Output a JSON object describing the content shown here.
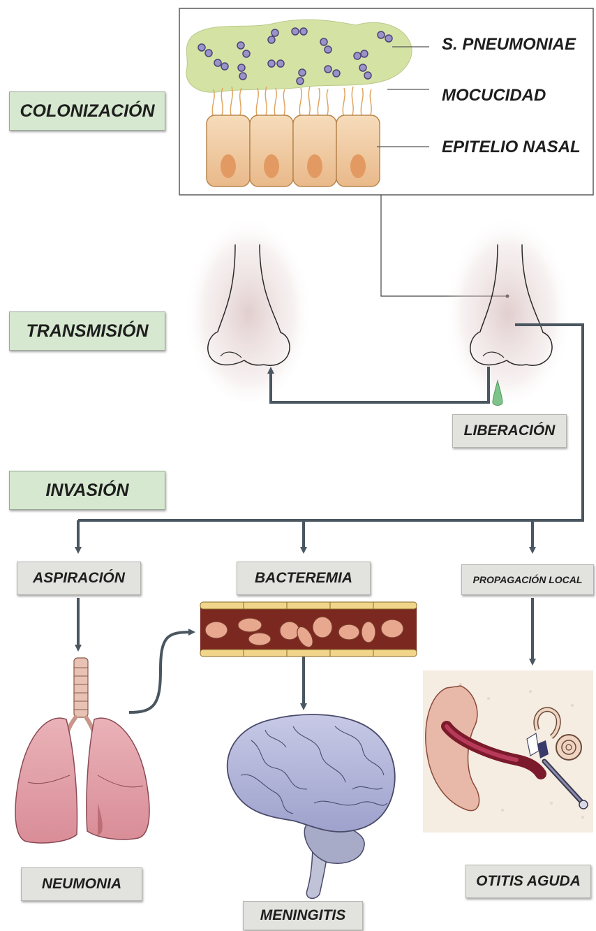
{
  "stages": {
    "colonizacion": "COLONIZACIÓN",
    "transmision": "TRANSMISIÓN",
    "invasion": "INVASIÓN"
  },
  "colonization_labels": {
    "pathogen": "S. PNEUMONIAE",
    "mucus": "MOCUCIDAD",
    "epithelium": "EPITELIO NASAL"
  },
  "release_label": "LIBERACIÓN",
  "routes": {
    "aspiration": "ASPIRACIÓN",
    "bacteremia": "BACTEREMIA",
    "local_spread": "PROPAGACIÓN LOCAL"
  },
  "outcomes": {
    "pneumonia": "NEUMONIA",
    "meningitis": "MENINGITIS",
    "otitis": "OTITIS AGUDA"
  },
  "colors": {
    "stage_box": "#d6e8cf",
    "route_box": "#e2e2de",
    "arrow": "#4a5660",
    "mucus": "#d4e3a4",
    "cells": "#f0c89a",
    "bacteria": "#9b93c8",
    "mucus_drop": "#7ec48a",
    "vessel_wall": "#f0d58a",
    "vessel_lumen": "#7a2820",
    "rbc": "#e8a890",
    "lungs": "#e3a0a8",
    "brain": "#b6b9d8",
    "ear": "#e8b9a8"
  }
}
